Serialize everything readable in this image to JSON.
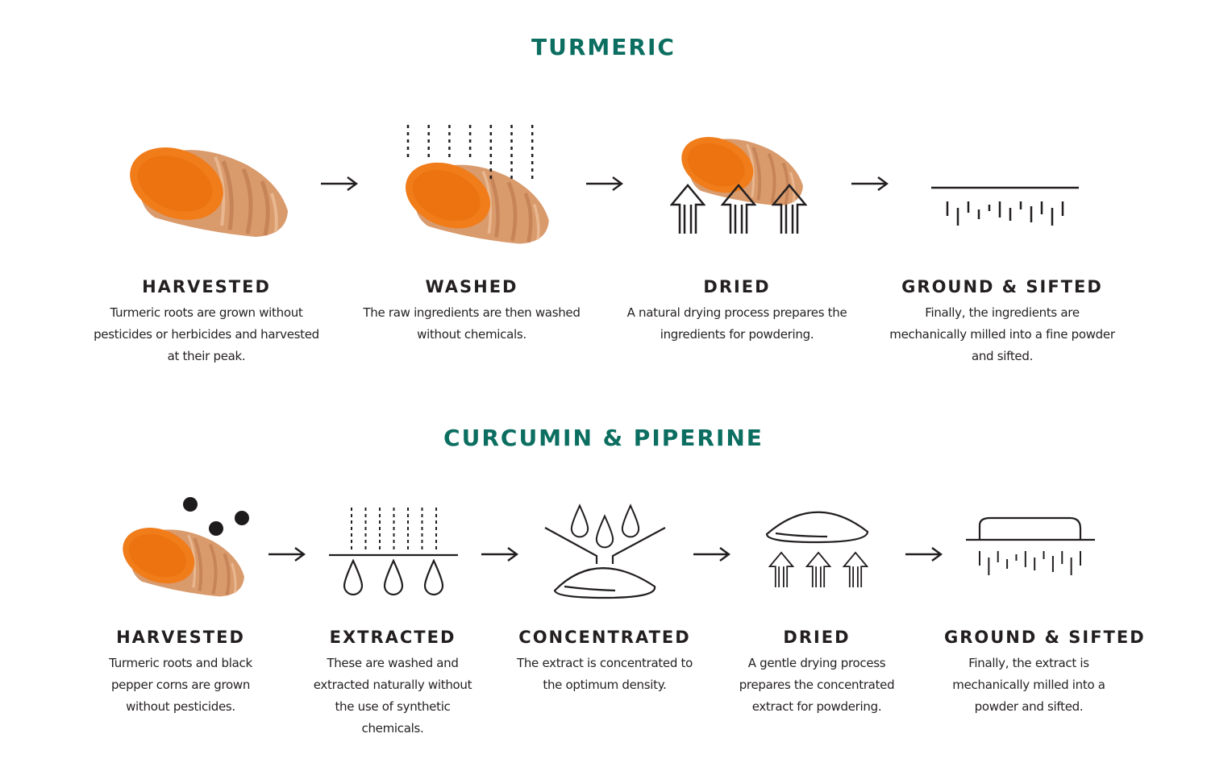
{
  "colors": {
    "accent": "#0b6e60",
    "ink": "#231f20",
    "turmeric": "#f07c1a",
    "skin": "#d99a6c"
  },
  "sections": [
    {
      "title": "TURMERIC",
      "steps": [
        {
          "heading": "HARVESTED",
          "text": "Turmeric roots are grown without pesticides or herbicides and harvested at their peak.",
          "icon": "turmeric-root"
        },
        {
          "heading": "WASHED",
          "text": "The raw ingredients are then washed without chemicals.",
          "icon": "turmeric-washed"
        },
        {
          "heading": "DRIED",
          "text": "A natural drying process prepares the ingredients for powdering.",
          "icon": "turmeric-dried"
        },
        {
          "heading": "GROUND & SIFTED",
          "text": "Finally, the ingredients are mechanically milled into a fine powder and sifted.",
          "icon": "turmeric-ground"
        }
      ]
    },
    {
      "title": "CURCUMIN & PIPERINE",
      "steps": [
        {
          "heading": "HARVESTED",
          "text": "Turmeric roots and black pepper corns are grown without pesticides.",
          "icon": "turmeric-peppercorns"
        },
        {
          "heading": "EXTRACTED",
          "text": "These are washed and extracted naturally without the use of synthetic chemicals.",
          "icon": "extraction"
        },
        {
          "heading": "CONCENTRATED",
          "text": "The extract is concentrated to the optimum density.",
          "icon": "concentration"
        },
        {
          "heading": "DRIED",
          "text": "A gentle drying process prepares the concentrated extract for powdering.",
          "icon": "drying"
        },
        {
          "heading": "GROUND & SIFTED",
          "text": "Finally, the extract is mechanically milled into a powder and sifted.",
          "icon": "sifting"
        }
      ]
    }
  ]
}
